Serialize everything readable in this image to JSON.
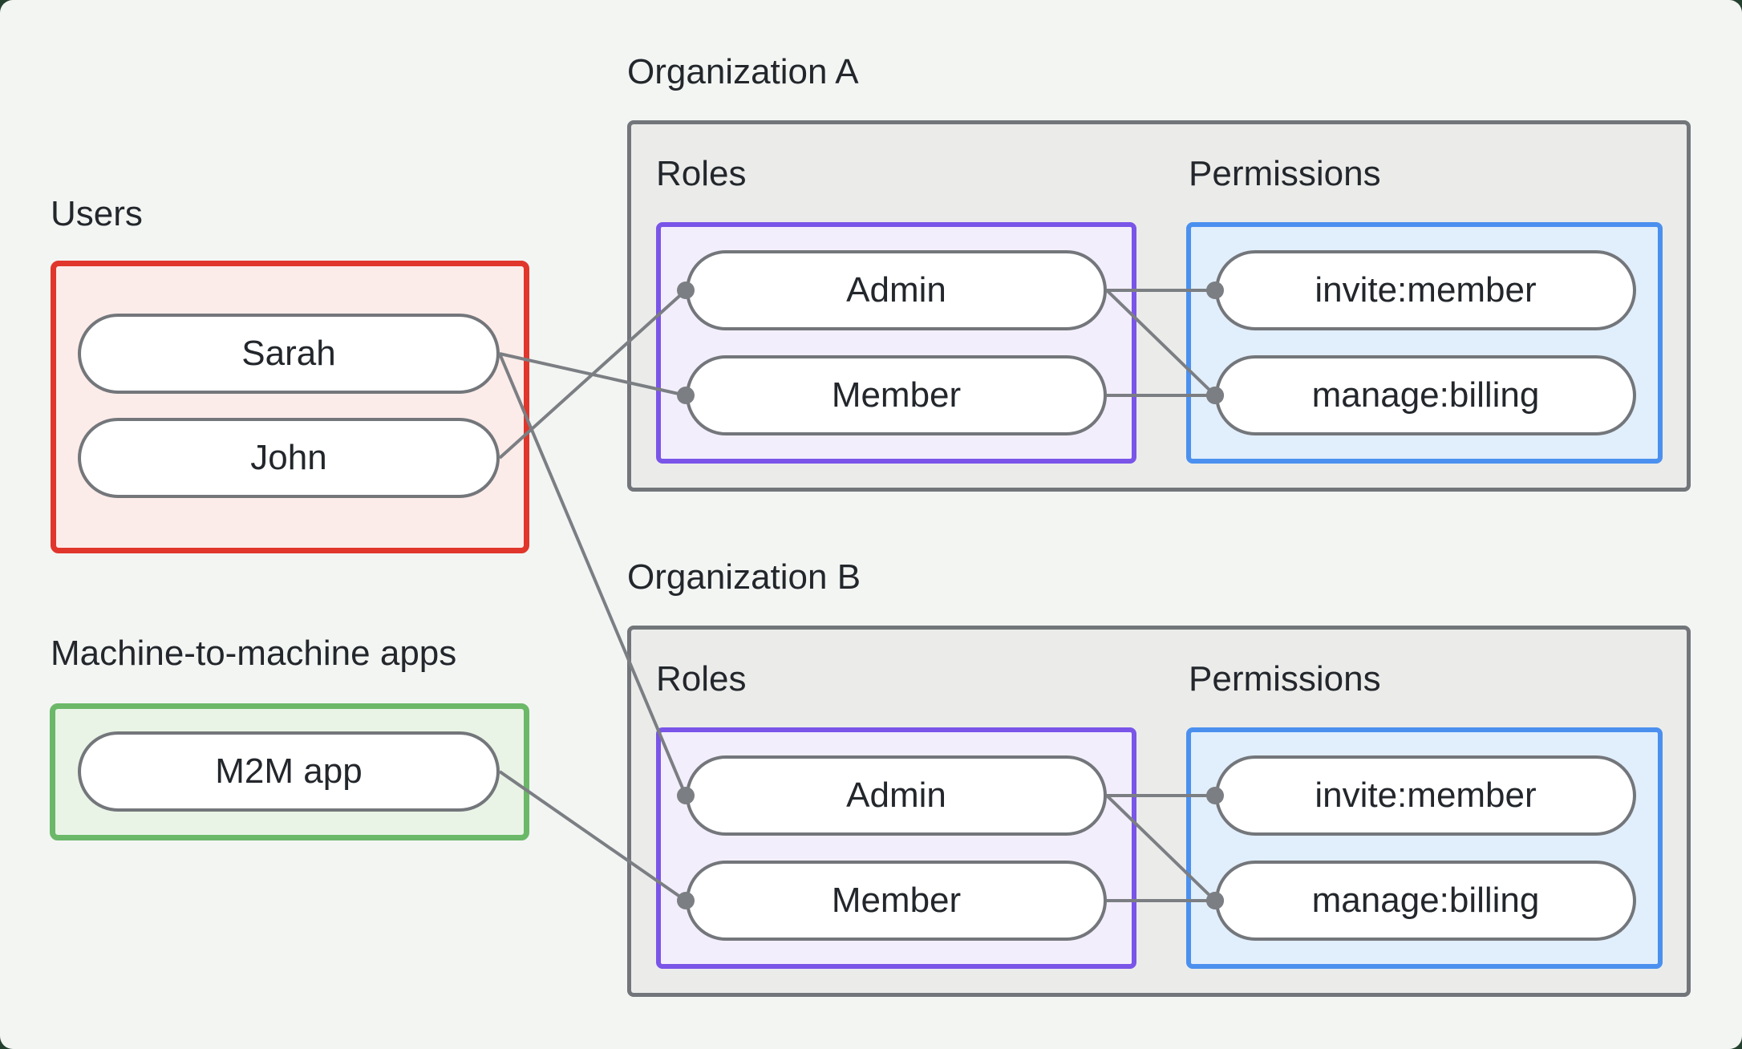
{
  "groups": {
    "users": {
      "label": "Users",
      "items": [
        "Sarah",
        "John"
      ],
      "border_color": "#e0362c",
      "fill_color": "#fcece9"
    },
    "m2m": {
      "label": "Machine-to-machine apps",
      "items": [
        "M2M app"
      ],
      "border_color": "#6bb869",
      "fill_color": "#e9f4e6"
    }
  },
  "orgs": [
    {
      "title": "Organization A",
      "roles": {
        "label": "Roles",
        "items": [
          "Admin",
          "Member"
        ],
        "border_color": "#7a55e8",
        "fill_color": "#f3eefc"
      },
      "permissions": {
        "label": "Permissions",
        "items": [
          "invite:member",
          "manage:billing"
        ],
        "border_color": "#4b90ef",
        "fill_color": "#e1eefb"
      }
    },
    {
      "title": "Organization B",
      "roles": {
        "label": "Roles",
        "items": [
          "Admin",
          "Member"
        ],
        "border_color": "#7a55e8",
        "fill_color": "#f3eefc"
      },
      "permissions": {
        "label": "Permissions",
        "items": [
          "invite:member",
          "manage:billing"
        ],
        "border_color": "#4b90ef",
        "fill_color": "#e1eefb"
      }
    }
  ],
  "connections": [
    {
      "from": "sarah",
      "to": "orgA-member"
    },
    {
      "from": "sarah",
      "to": "orgB-admin"
    },
    {
      "from": "john",
      "to": "orgA-admin"
    },
    {
      "from": "m2m",
      "to": "orgB-member"
    },
    {
      "from": "orgA-admin",
      "to": "orgA-invite"
    },
    {
      "from": "orgA-admin",
      "to": "orgA-manage"
    },
    {
      "from": "orgA-member",
      "to": "orgA-manage"
    },
    {
      "from": "orgB-admin",
      "to": "orgB-invite"
    },
    {
      "from": "orgB-admin",
      "to": "orgB-manage"
    },
    {
      "from": "orgB-member",
      "to": "orgB-manage"
    }
  ],
  "palette": {
    "page_background": "#24402e",
    "card_background": "#f3f5f3",
    "panel_fill": "#ebecea",
    "panel_border": "#72767a",
    "pill_border": "#73767a",
    "connector": "#7b7e82",
    "text": "#23272c"
  }
}
